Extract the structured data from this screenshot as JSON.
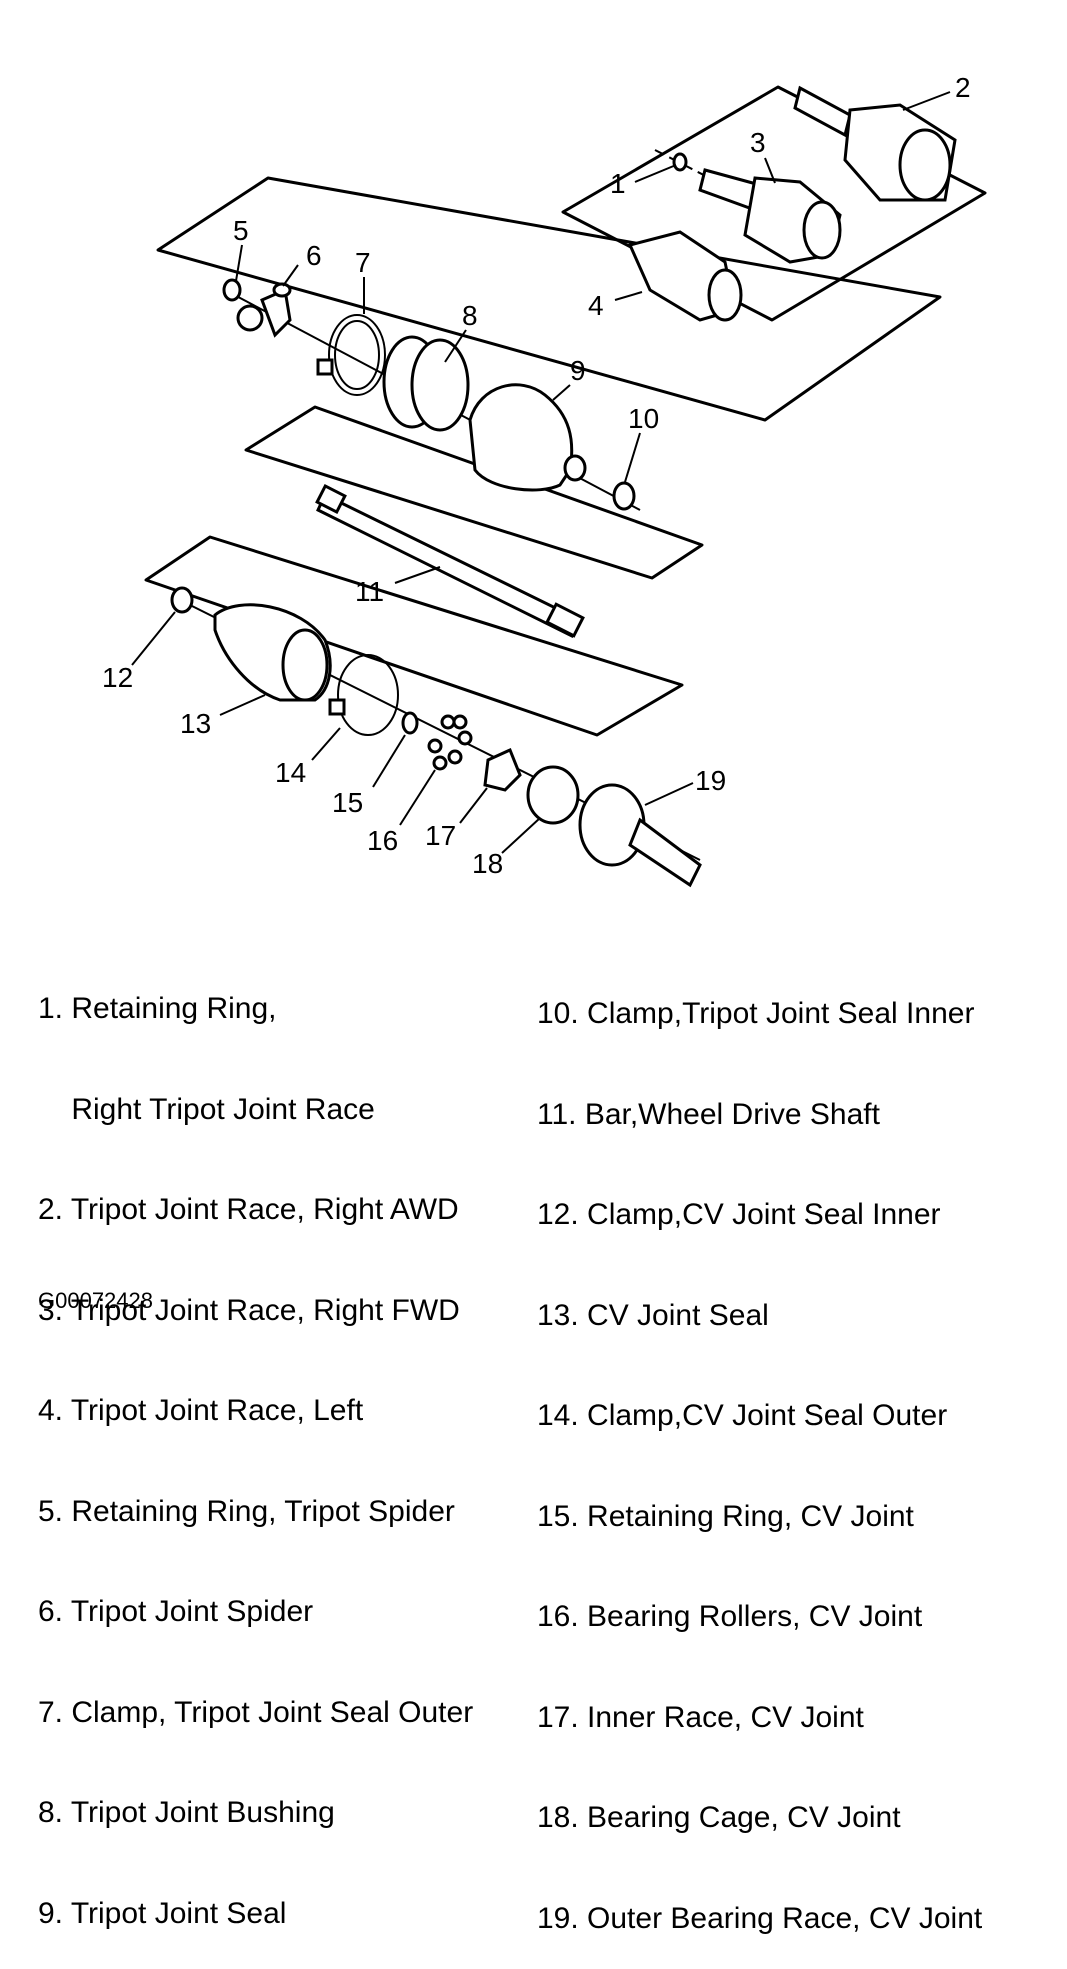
{
  "callouts": [
    "1",
    "2",
    "3",
    "4",
    "5",
    "6",
    "7",
    "8",
    "9",
    "10",
    "11",
    "12",
    "13",
    "14",
    "15",
    "16",
    "17",
    "18",
    "19"
  ],
  "legend_left": [
    "1. Retaining Ring,",
    "    Right Tripot Joint Race",
    "2. Tripot Joint Race, Right AWD",
    "3. Tripot Joint Race, Right FWD",
    "4. Tripot Joint Race, Left",
    "5. Retaining Ring, Tripot Spider",
    "6. Tripot Joint Spider",
    "7. Clamp, Tripot Joint Seal Outer",
    "8. Tripot Joint Bushing",
    "9. Tripot Joint Seal"
  ],
  "legend_right": [
    "10. Clamp,Tripot Joint Seal Inner",
    "11. Bar,Wheel Drive Shaft",
    "12. Clamp,CV Joint Seal Inner",
    "13. CV Joint Seal",
    "14. Clamp,CV Joint Seal Outer",
    "15. Retaining Ring, CV Joint",
    "16. Bearing Rollers, CV Joint",
    "17. Inner Race, CV Joint",
    "18. Bearing Cage, CV Joint",
    "19. Outer Bearing Race, CV Joint"
  ],
  "figure_id": "G00072428"
}
